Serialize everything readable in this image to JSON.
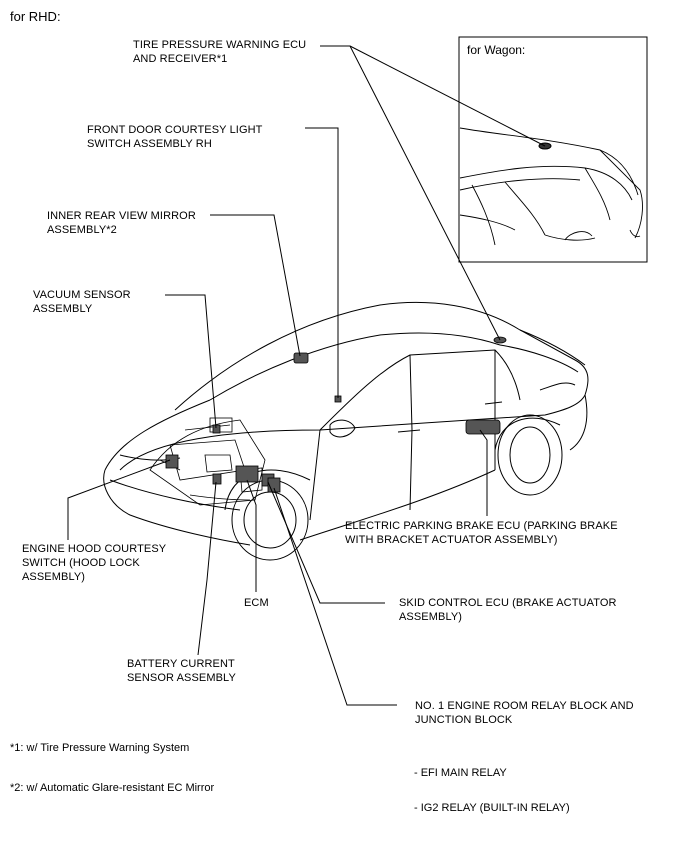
{
  "title": "for RHD:",
  "inset_title": "for Wagon:",
  "labels": {
    "tpw_ecu": "TIRE PRESSURE WARNING ECU\nAND RECEIVER*1",
    "front_door_switch": "FRONT DOOR COURTESY LIGHT\nSWITCH ASSEMBLY RH",
    "mirror": "INNER REAR VIEW MIRROR\nASSEMBLY*2",
    "vacuum_sensor": "VACUUM SENSOR\nASSEMBLY",
    "hood_switch": "ENGINE HOOD COURTESY\nSWITCH (HOOD LOCK\nASSEMBLY)",
    "ecm": "ECM",
    "battery_sensor": "BATTERY CURRENT\nSENSOR ASSEMBLY",
    "parking_brake_ecu": "ELECTRIC PARKING BRAKE ECU (PARKING BRAKE\nWITH BRACKET ACTUATOR ASSEMBLY)",
    "skid_control_ecu": "SKID CONTROL ECU (BRAKE ACTUATOR\nASSEMBLY)",
    "relay_block": "NO. 1 ENGINE ROOM RELAY BLOCK AND\nJUNCTION BLOCK"
  },
  "relay_items": [
    "- EFI MAIN RELAY",
    "- IG2 RELAY (BUILT-IN RELAY)"
  ],
  "footnotes": [
    "*1: w/ Tire Pressure Warning System",
    "*2: w/ Automatic Glare-resistant EC Mirror"
  ]
}
